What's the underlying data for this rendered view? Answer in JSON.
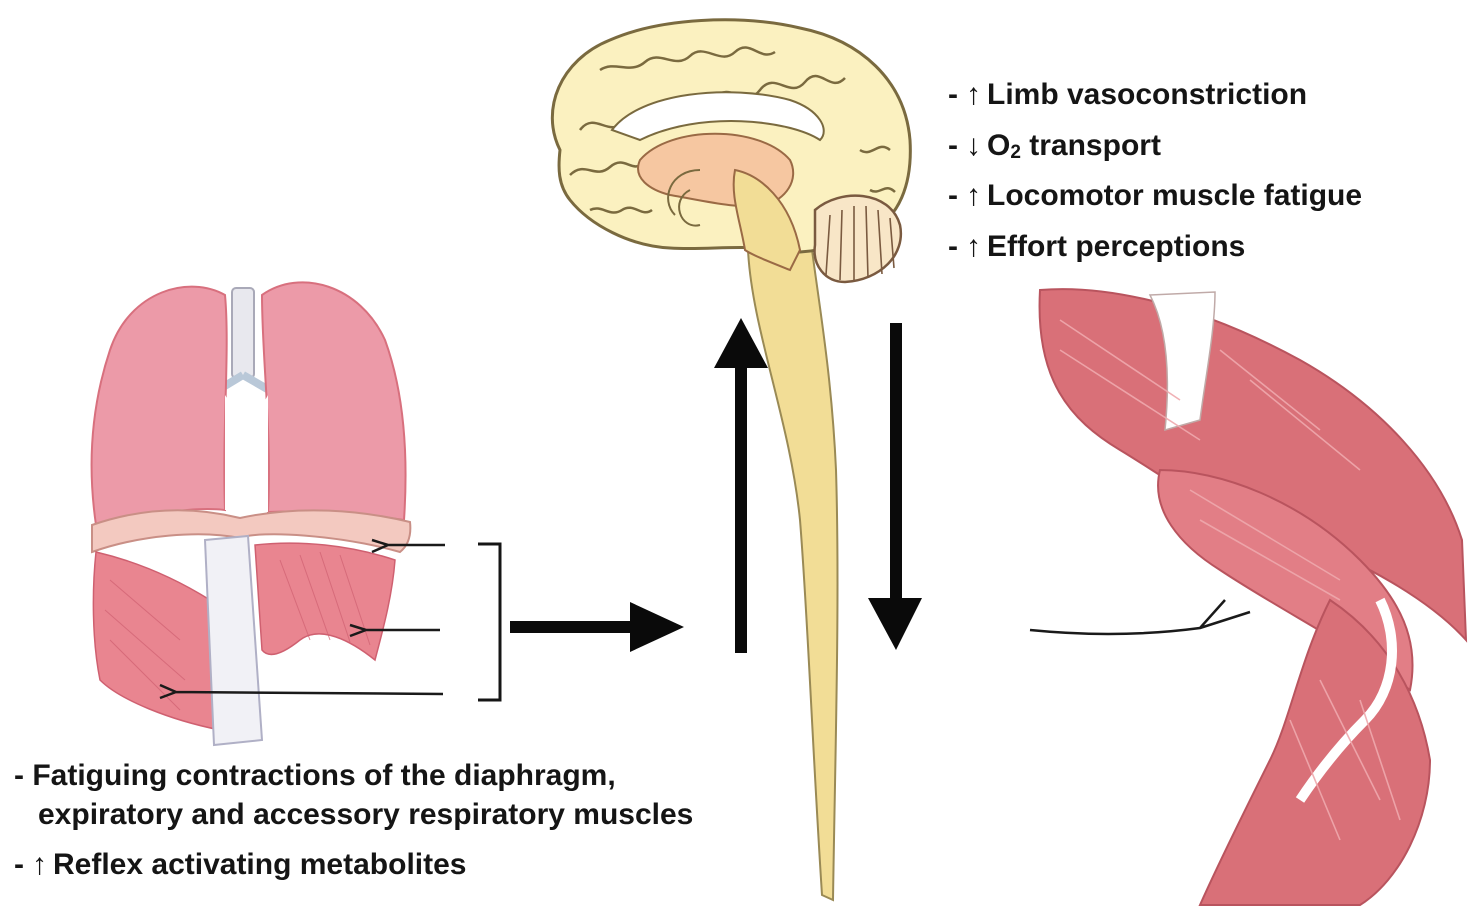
{
  "colors": {
    "lung": "#ec9aa8",
    "lung_dark": "#d8707e",
    "muscle": "#d97078",
    "muscle_light": "#eea9ad",
    "brain": "#fbf1c0",
    "brain_outline": "#7a6a3f",
    "spinal_cord": "#f2dd96",
    "brainstem": "#f6c7a1",
    "arrow": "#0a0a0a",
    "text": "#151515"
  },
  "icons": {
    "lungs": "lungs-illustration",
    "brain": "brain-sagittal-illustration",
    "leg_muscles": "leg-muscle-illustration",
    "up": "up-arrow-icon",
    "down": "down-arrow-icon",
    "right": "right-arrow-icon"
  },
  "systemic_effects": [
    {
      "bullet": "-",
      "symbol": "↑",
      "text": "Limb vasoconstriction"
    },
    {
      "bullet": "-",
      "symbol": "↓",
      "text_prefix": "O",
      "subscript": "2",
      "text_suffix": " transport"
    },
    {
      "bullet": "-",
      "symbol": "↑",
      "text": "Locomotor muscle fatigue"
    },
    {
      "bullet": "-",
      "symbol": "↑",
      "text": "Effort perceptions"
    }
  ],
  "respiratory_effects": {
    "line1_bullet": "-",
    "line1": "Fatiguing contractions of the diaphragm,",
    "line2": "expiratory and accessory respiratory muscles",
    "line3_bullet": "-",
    "line3_symbol": "↑",
    "line3": "Reflex activating metabolites"
  }
}
